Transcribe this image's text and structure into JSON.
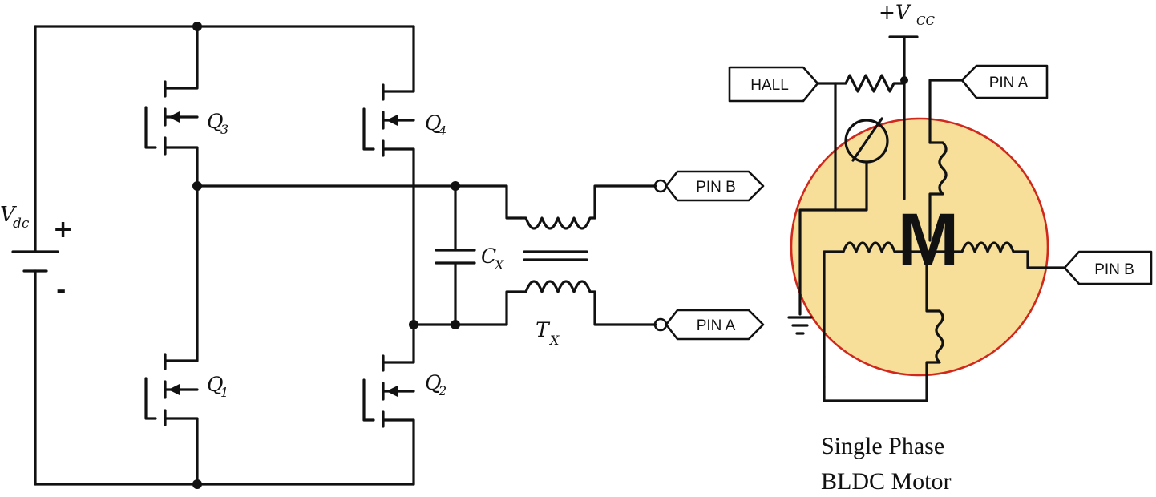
{
  "components": {
    "q1": {
      "base": "Q",
      "sub": "1"
    },
    "q2": {
      "base": "Q",
      "sub": "2"
    },
    "q3": {
      "base": "Q",
      "sub": "3"
    },
    "q4": {
      "base": "Q",
      "sub": "4"
    },
    "vdc": {
      "base": "V",
      "sub": "dc"
    },
    "plus": "+",
    "minus": "-",
    "cx": {
      "base": "C",
      "sub": "X"
    },
    "tx": {
      "base": "T",
      "sub": "X"
    },
    "vcc": {
      "prefix": "+V",
      "sub": "CC"
    }
  },
  "pins": {
    "pin_b_left": "PIN B",
    "pin_a_left": "PIN A",
    "hall": "HALL",
    "pin_a_right": "PIN A",
    "pin_b_right": "PIN B"
  },
  "motor": {
    "letter": "M",
    "caption_line1": "Single Phase",
    "caption_line2": "BLDC Motor",
    "fill_color": "#f7df9a",
    "outline_color": "#d0281c"
  }
}
